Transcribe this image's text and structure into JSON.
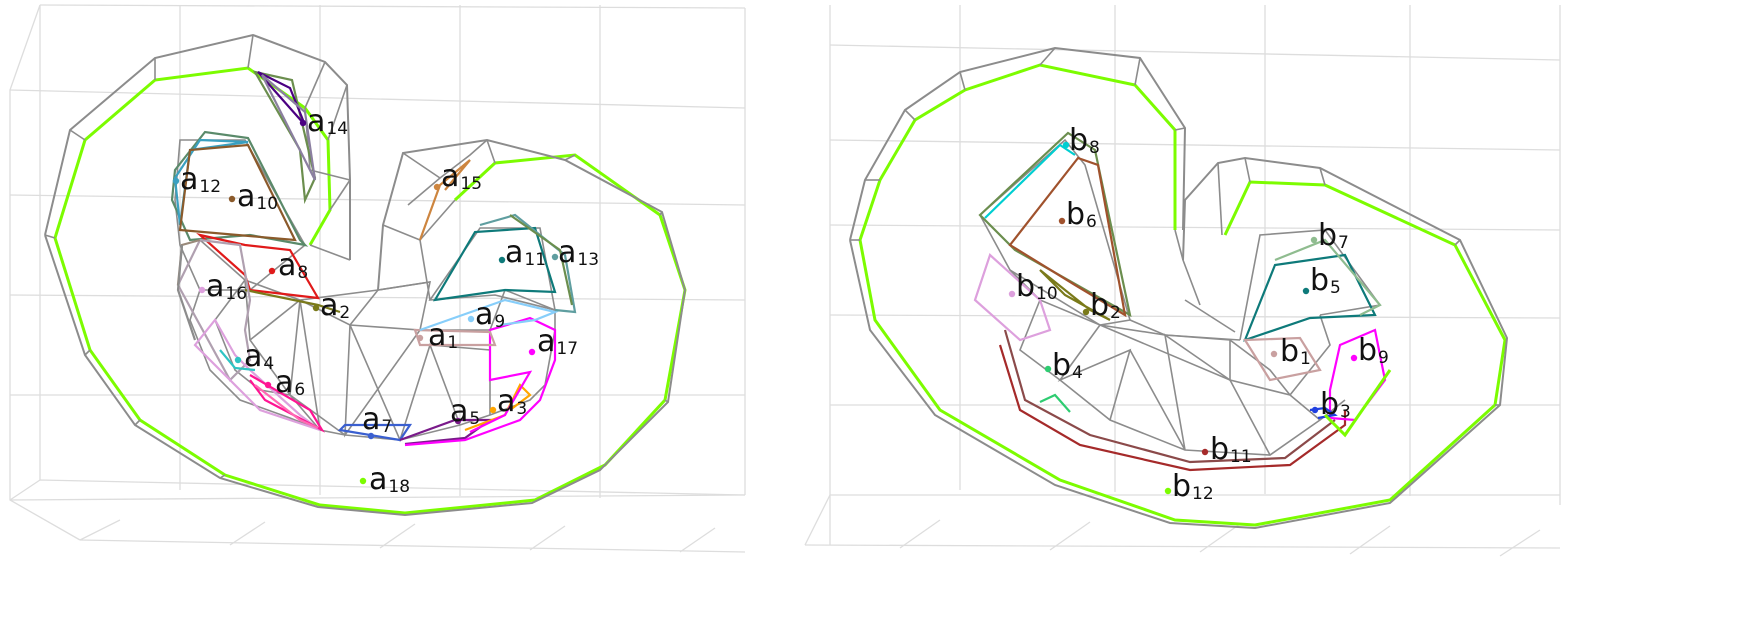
{
  "panels": [
    {
      "id": "a",
      "labels": [
        {
          "key": "a1",
          "letter": "a",
          "sub": "1",
          "color": "#c9a0a0"
        },
        {
          "key": "a2",
          "letter": "a",
          "sub": "2",
          "color": "#7a7a1a"
        },
        {
          "key": "a3",
          "letter": "a",
          "sub": "3",
          "color": "#ffa500"
        },
        {
          "key": "a4",
          "letter": "a",
          "sub": "4",
          "color": "#2ec4c4"
        },
        {
          "key": "a5",
          "letter": "a",
          "sub": "5",
          "color": "#7a1a8a"
        },
        {
          "key": "a6",
          "letter": "a",
          "sub": "6",
          "color": "#ff1493"
        },
        {
          "key": "a7",
          "letter": "a",
          "sub": "7",
          "color": "#3a5fd0"
        },
        {
          "key": "a8",
          "letter": "a",
          "sub": "8",
          "color": "#e01a1a"
        },
        {
          "key": "a9",
          "letter": "a",
          "sub": "9",
          "color": "#87cefa"
        },
        {
          "key": "a10",
          "letter": "a",
          "sub": "10",
          "color": "#8b5a2b"
        },
        {
          "key": "a11",
          "letter": "a",
          "sub": "11",
          "color": "#0e7a7a"
        },
        {
          "key": "a12",
          "letter": "a",
          "sub": "12",
          "color": "#3aa0c0"
        },
        {
          "key": "a13",
          "letter": "a",
          "sub": "13",
          "color": "#5f9ea0"
        },
        {
          "key": "a14",
          "letter": "a",
          "sub": "14",
          "color": "#4b0082"
        },
        {
          "key": "a15",
          "letter": "a",
          "sub": "15",
          "color": "#cd853f"
        },
        {
          "key": "a16",
          "letter": "a",
          "sub": "16",
          "color": "#dda0dd"
        },
        {
          "key": "a17",
          "letter": "a",
          "sub": "17",
          "color": "#ff00ff"
        },
        {
          "key": "a18",
          "letter": "a",
          "sub": "18",
          "color": "#7cfc00"
        }
      ]
    },
    {
      "id": "b",
      "labels": [
        {
          "key": "b1",
          "letter": "b",
          "sub": "1",
          "color": "#c9a0a0"
        },
        {
          "key": "b2",
          "letter": "b",
          "sub": "2",
          "color": "#7a7a1a"
        },
        {
          "key": "b3",
          "letter": "b",
          "sub": "3",
          "color": "#2040e0"
        },
        {
          "key": "b4",
          "letter": "b",
          "sub": "4",
          "color": "#2ecc71"
        },
        {
          "key": "b5",
          "letter": "b",
          "sub": "5",
          "color": "#0e7a7a"
        },
        {
          "key": "b6",
          "letter": "b",
          "sub": "6",
          "color": "#a0522d"
        },
        {
          "key": "b7",
          "letter": "b",
          "sub": "7",
          "color": "#8fbc8f"
        },
        {
          "key": "b8",
          "letter": "b",
          "sub": "8",
          "color": "#00ced1"
        },
        {
          "key": "b9",
          "letter": "b",
          "sub": "9",
          "color": "#ff00ff"
        },
        {
          "key": "b10",
          "letter": "b",
          "sub": "10",
          "color": "#dda0dd"
        },
        {
          "key": "b11",
          "letter": "b",
          "sub": "11",
          "color": "#a52a2a"
        },
        {
          "key": "b12",
          "letter": "b",
          "sub": "12",
          "color": "#7cfc00"
        }
      ]
    }
  ],
  "colors": {
    "mesh": "#8c8c8c",
    "outline": "#7cfc00",
    "outline_shadow": "#6b8e4e",
    "grid": "#dddddd"
  }
}
